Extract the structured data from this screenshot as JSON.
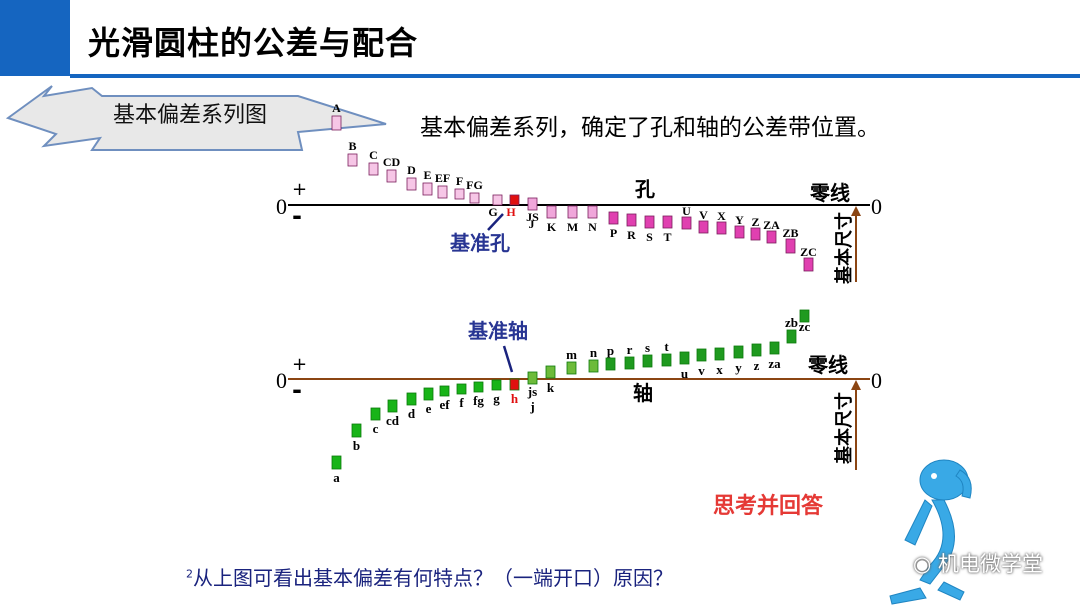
{
  "title": "光滑圆柱的公差与配合",
  "badge": "基本偏差系列图",
  "subtitle": "基本偏差系列，确定了孔和轴的公差带位置。",
  "holes": {
    "label": "孔",
    "zero_line": "零线",
    "basic_size": "基本尺寸",
    "datum_label": "基准孔",
    "zero": "0",
    "plus": "+",
    "minus": "-",
    "letters": [
      "A",
      "B",
      "C",
      "CD",
      "D",
      "E",
      "EF",
      "F",
      "FG",
      "G",
      "H",
      "JS",
      "J",
      "K",
      "M",
      "N",
      "P",
      "R",
      "S",
      "T",
      "U",
      "V",
      "X",
      "Y",
      "Z",
      "ZA",
      "ZB",
      "ZC"
    ]
  },
  "shafts": {
    "label": "轴",
    "zero_line": "零线",
    "basic_size": "基本尺寸",
    "datum_label": "基准轴",
    "zero": "0",
    "plus": "+",
    "minus": "-",
    "letters": [
      "a",
      "b",
      "c",
      "cd",
      "d",
      "e",
      "ef",
      "f",
      "fg",
      "g",
      "h",
      "js",
      "j",
      "k",
      "m",
      "n",
      "p",
      "r",
      "s",
      "t",
      "u",
      "v",
      "x",
      "y",
      "z",
      "za",
      "zb",
      "zc"
    ]
  },
  "think": "思考并回答",
  "question_num": "2",
  "question": "从上图可看出基本偏差有何特点？（一端开口）原因？",
  "watermark": "机电微学堂",
  "colors": {
    "accent": "#1565c0",
    "hole_fill": "#e040b0",
    "hole_light": "#f6c6e6",
    "datum_red": "#e01010",
    "shaft_green": "#18b418",
    "shaft_dark": "#0c7a0c",
    "zero_line": "#8b4513",
    "label_blue": "#283593"
  }
}
